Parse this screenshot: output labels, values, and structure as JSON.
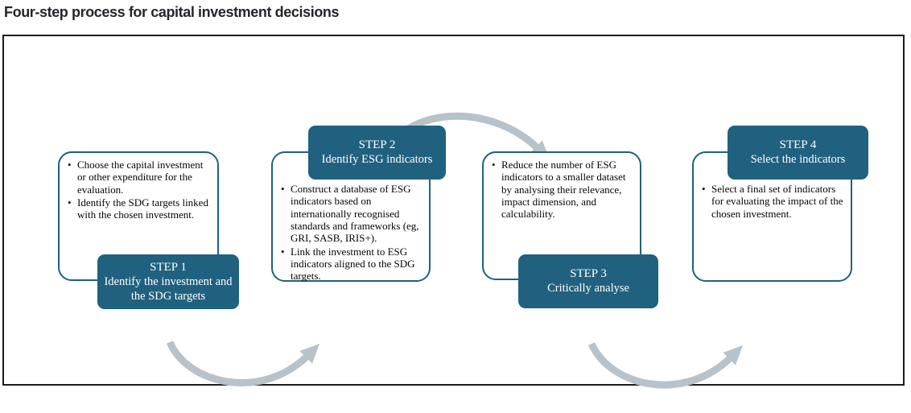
{
  "title": "Four-step process for capital investment decisions",
  "colors": {
    "step_box_teal": "#20617F",
    "arrow_gray": "#B8C2CB",
    "frame_border": "#1C1C1C",
    "title_text": "#26252B",
    "body_text": "#050505",
    "step_text": "#FFFFFF"
  },
  "steps": [
    {
      "label": "STEP 1",
      "name": "Identify the investment and the SDG targets",
      "header_position": "bottom",
      "bullets": [
        "Choose the capital investment or other expenditure for the evaluation.",
        "Identify the SDG targets linked with the chosen investment."
      ]
    },
    {
      "label": "STEP 2",
      "name": "Identify ESG indicators",
      "header_position": "top",
      "bullets": [
        "Construct a database of ESG indicators based on internationally recognised standards and frameworks (eg, GRI, SASB, IRIS+).",
        "Link the investment to ESG indicators aligned to the SDG targets."
      ]
    },
    {
      "label": "STEP 3",
      "name": "Critically analyse",
      "header_position": "bottom",
      "bullets": [
        "Reduce the number of ESG indicators to a smaller dataset by analysing their relevance, impact dimension, and calculability."
      ]
    },
    {
      "label": "STEP 4",
      "name": "Select the indicators",
      "header_position": "top",
      "bullets": [
        "Select a final set of indicators for evaluating the impact of the chosen investment."
      ]
    }
  ],
  "arrows": [
    {
      "name": "curved-arrow-step1-to-step2",
      "direction": "up-right"
    },
    {
      "name": "curved-arrow-step2-to-step3",
      "direction": "down-right"
    },
    {
      "name": "curved-arrow-step3-to-step4",
      "direction": "up-right"
    }
  ]
}
